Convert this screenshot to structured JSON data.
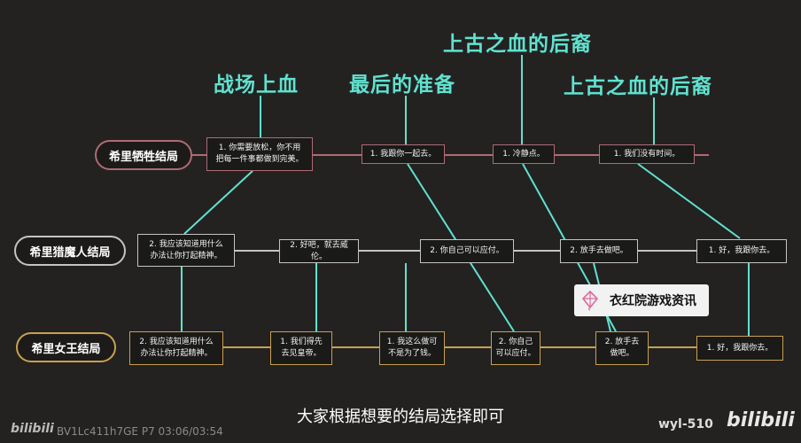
{
  "headers": [
    "战场上血",
    "最后的准备",
    "上古之血的后裔",
    "上古之血的后裔"
  ],
  "endings": {
    "sacrifice": {
      "label": "希里牺牲结局",
      "options": [
        "1. 你需要放松，你不用\n把每一件事都做到完美。",
        "1. 我跟你一起去。",
        "1. 冷静点。",
        "1. 我们没有时间。"
      ]
    },
    "witcher": {
      "label": "希里猎魔人结局",
      "options": [
        "2. 我应该知道用什么\n办法让你打起精神。",
        "2. 好吧，就去威伦。",
        "2. 你自己可以应付。",
        "2. 放手去做吧。",
        "1. 好，我跟你去。"
      ]
    },
    "empress": {
      "label": "希里女王结局",
      "options": [
        "2. 我应该知道用什么\n办法让你打起精神。",
        "1. 我们得先\n去见皇帝。",
        "1. 我这么做可\n不是为了钱。",
        "2. 你自己\n可以应付。",
        "2. 放手去\n做吧。",
        "1. 好，我跟你去。"
      ]
    }
  },
  "watermark": "衣红院游戏资讯",
  "subtitle": "大家根据想要的结局选择即可",
  "footer": {
    "logo": "bilibili",
    "video_info": "BV1Lc411h7GE P7 03:06/03:54",
    "username": "wyl-510"
  },
  "colors": {
    "header": "#5fe2cf",
    "connector": "#5fe2cf",
    "sacrifice_line": "#b06a75",
    "witcher_line": "#c4c4c4",
    "empress_line": "#c9a04d"
  }
}
